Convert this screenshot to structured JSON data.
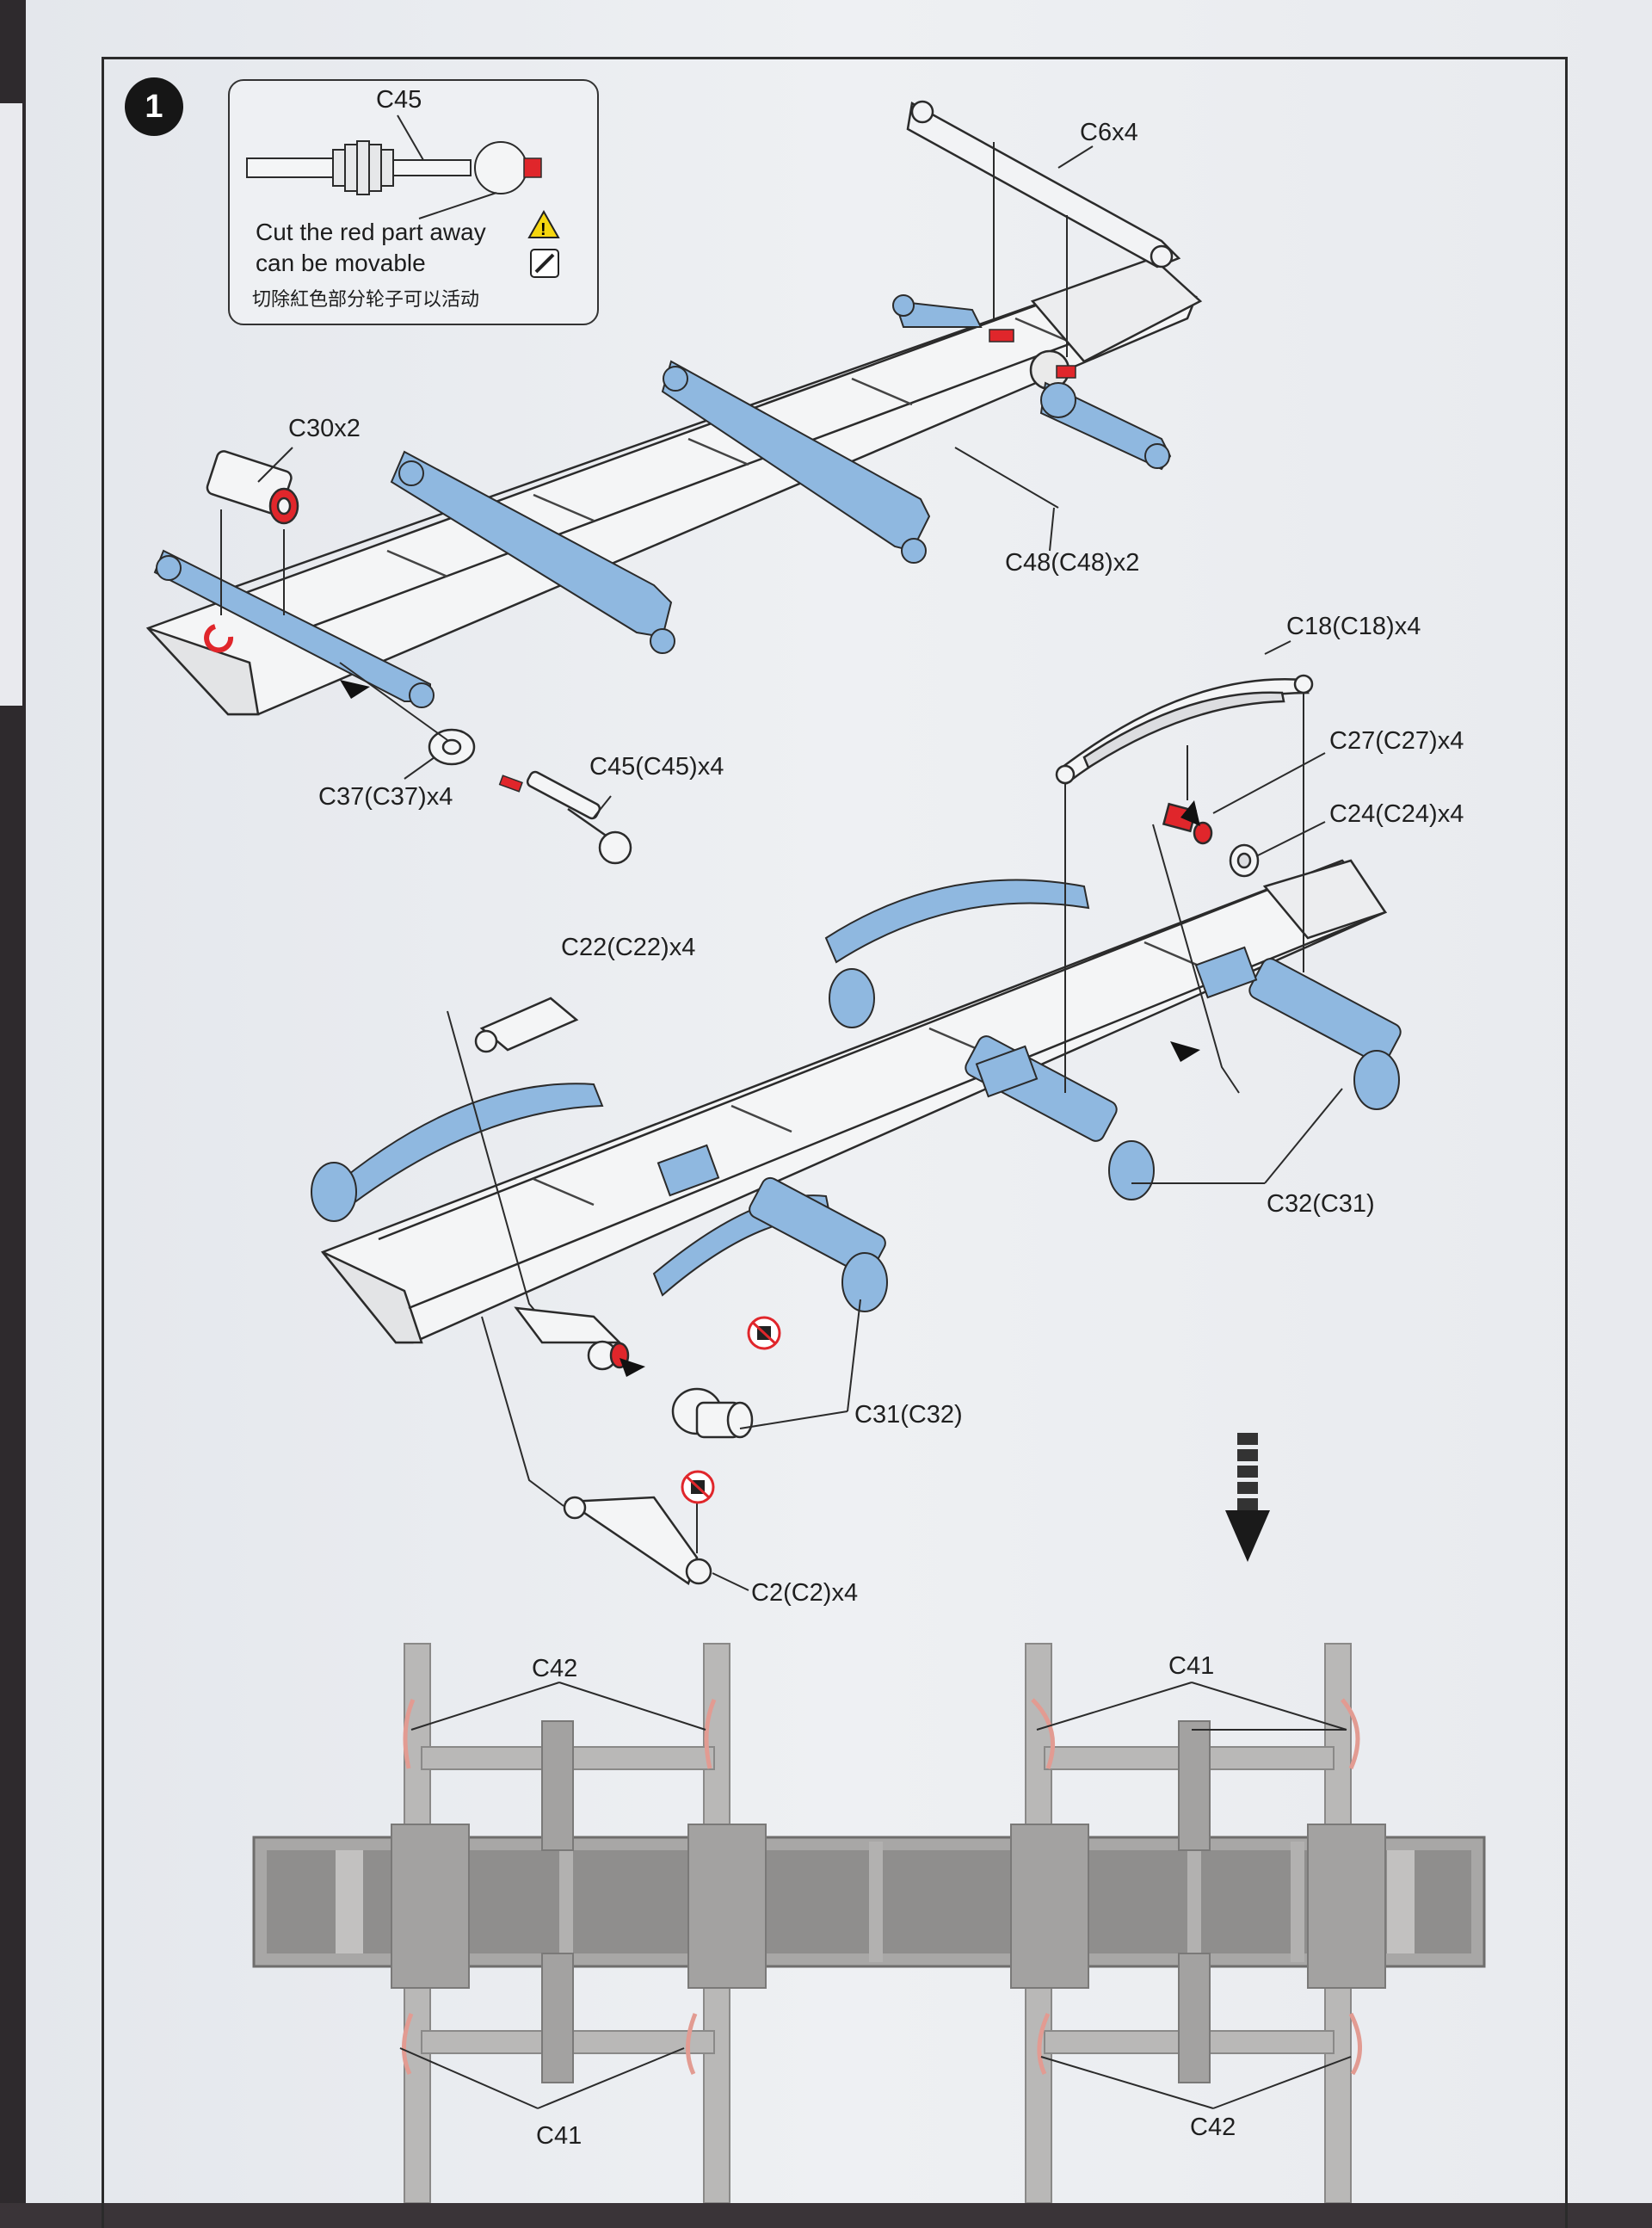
{
  "step_number": "1",
  "note": {
    "part": "C45",
    "line1": "Cut the red part away",
    "line2": "can be movable",
    "line3": "切除紅色部分轮子可以活动"
  },
  "labels": {
    "c6": "C6x4",
    "c30": "C30x2",
    "c48": "C48(C48)x2",
    "c37": "C37(C37)x4",
    "c45": "C45(C45)x4",
    "c18": "C18(C18)x4",
    "c27": "C27(C27)x4",
    "c24": "C24(C24)x4",
    "c22": "C22(C22)x4",
    "c32": "C32(C31)",
    "c31": "C31(C32)",
    "c2": "C2(C2)x4",
    "bottom_c42_left": "C42",
    "bottom_c41_right": "C41",
    "bottom_c41_left": "C41",
    "bottom_c42_right": "C42"
  },
  "icons": [
    "warning-icon",
    "cutter-icon",
    "no-glue-icon",
    "down-arrow-icon"
  ],
  "colors": {
    "highlight": "#8fb8e0",
    "cut_part": "#e0262b",
    "frame_line": "#2b2b2b",
    "gray_part": "#bdbcbc"
  }
}
